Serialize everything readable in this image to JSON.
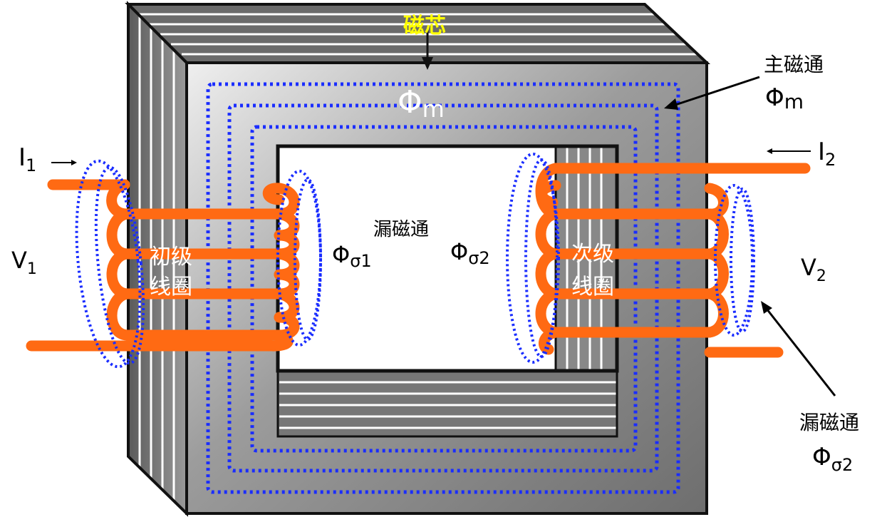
{
  "labels": {
    "core": "磁芯",
    "phi_m_center": "Φ",
    "phi_m_center_sub": "m",
    "main_flux": "主磁通",
    "main_flux_phi": "Φ",
    "main_flux_phi_sub": "m",
    "i1": "I",
    "i1_sub": "1",
    "i2": "I",
    "i2_sub": "2",
    "v1": "V",
    "v1_sub": "1",
    "v2": "V",
    "v2_sub": "2",
    "leak_flux_center": "漏磁通",
    "phi_s1": "Φ",
    "phi_s1_sub": "σ1",
    "phi_s2": "Φ",
    "phi_s2_sub": "σ2",
    "primary_coil_line1": "初级",
    "primary_coil_line2": "线圈",
    "secondary_coil_line1": "次级",
    "secondary_coil_line2": "线圈",
    "leak_flux_right": "漏磁通",
    "leak_phi_right": "Φ",
    "leak_phi_right_sub": "σ2"
  },
  "colors": {
    "coil": "#ff6a13",
    "flux": "#1a2dff",
    "core_text": "#ffff00"
  }
}
